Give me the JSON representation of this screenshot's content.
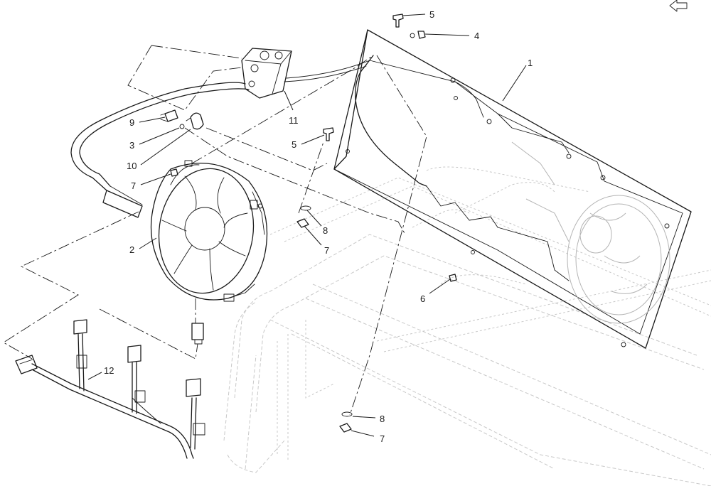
{
  "callouts": [
    {
      "id": "c1",
      "label": "1"
    },
    {
      "id": "c2",
      "label": "2"
    },
    {
      "id": "c3",
      "label": "3"
    },
    {
      "id": "c4",
      "label": "4"
    },
    {
      "id": "c5a",
      "label": "5"
    },
    {
      "id": "c5b",
      "label": "5"
    },
    {
      "id": "c6",
      "label": "6"
    },
    {
      "id": "c7a",
      "label": "7"
    },
    {
      "id": "c7b",
      "label": "7"
    },
    {
      "id": "c7c",
      "label": "7"
    },
    {
      "id": "c8a",
      "label": "8"
    },
    {
      "id": "c8b",
      "label": "8"
    },
    {
      "id": "c9",
      "label": "9"
    },
    {
      "id": "c10",
      "label": "10"
    },
    {
      "id": "c11",
      "label": "11"
    },
    {
      "id": "c12",
      "label": "12"
    }
  ],
  "icons": {
    "corner": "back-arrow-icon"
  }
}
